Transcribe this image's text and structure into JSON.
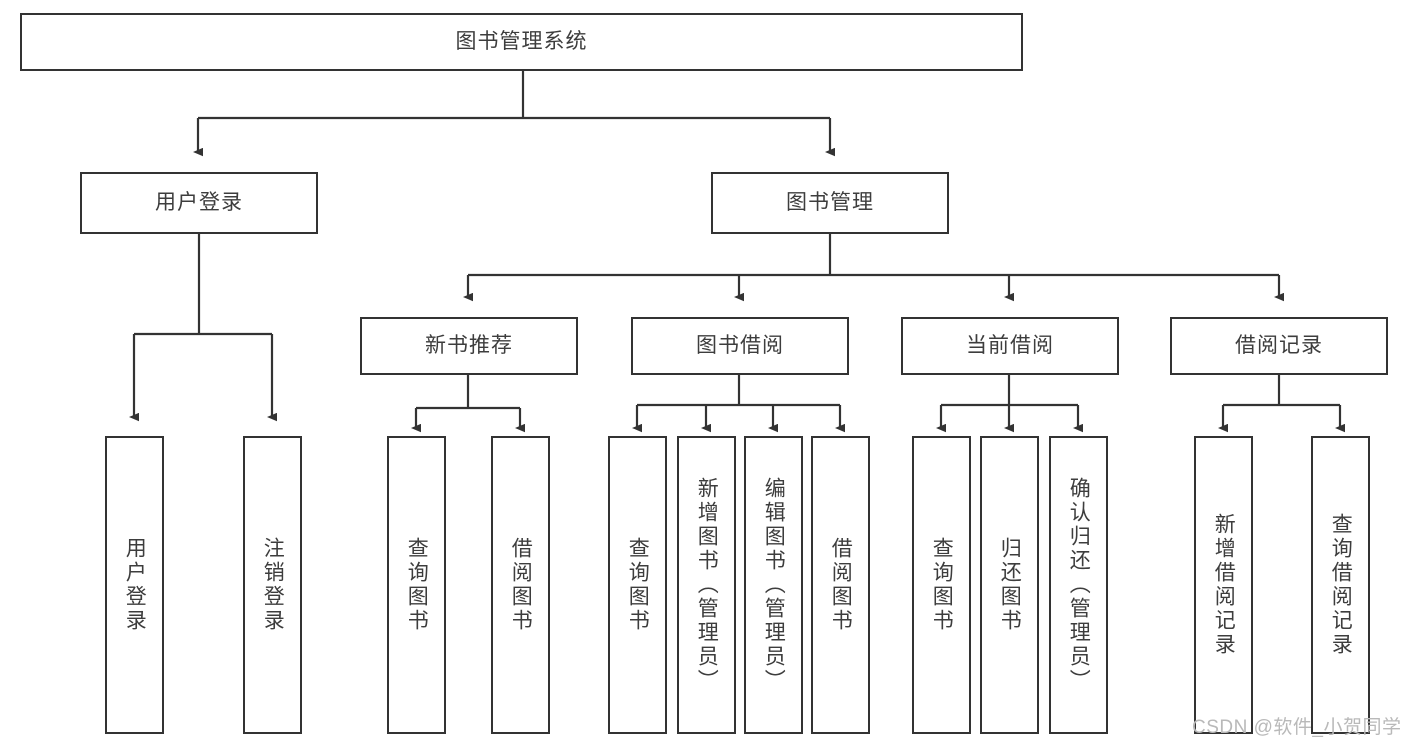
{
  "diagram": {
    "type": "tree-hierarchy",
    "title": "图书管理系统",
    "watermark": "CSDN @软件_小贺同学",
    "levels": {
      "root": {
        "label": "图书管理系统"
      },
      "level2": [
        {
          "id": "user-login",
          "label": "用户登录"
        },
        {
          "id": "book-manage",
          "label": "图书管理"
        }
      ],
      "level3": [
        {
          "id": "new-book-rec",
          "label": "新书推荐",
          "parent": "book-manage"
        },
        {
          "id": "book-borrow",
          "label": "图书借阅",
          "parent": "book-manage"
        },
        {
          "id": "current-borrow",
          "label": "当前借阅",
          "parent": "book-manage"
        },
        {
          "id": "borrow-record",
          "label": "借阅记录",
          "parent": "book-manage"
        }
      ],
      "leaves": [
        {
          "id": "leaf-user-login",
          "label": "用户登录",
          "parent": "user-login"
        },
        {
          "id": "leaf-logout",
          "label": "注销登录",
          "parent": "user-login"
        },
        {
          "id": "leaf-query-book-1",
          "label": "查询图书",
          "parent": "new-book-rec"
        },
        {
          "id": "leaf-borrow-book-1",
          "label": "借阅图书",
          "parent": "new-book-rec"
        },
        {
          "id": "leaf-query-book-2",
          "label": "查询图书",
          "parent": "book-borrow"
        },
        {
          "id": "leaf-add-book",
          "label": "新增图书（管理员）",
          "parent": "book-borrow"
        },
        {
          "id": "leaf-edit-book",
          "label": "编辑图书（管理员）",
          "parent": "book-borrow"
        },
        {
          "id": "leaf-borrow-book-2",
          "label": "借阅图书",
          "parent": "book-borrow"
        },
        {
          "id": "leaf-query-book-3",
          "label": "查询图书",
          "parent": "current-borrow"
        },
        {
          "id": "leaf-return-book",
          "label": "归还图书",
          "parent": "current-borrow"
        },
        {
          "id": "leaf-confirm-return",
          "label": "确认归还（管理员）",
          "parent": "current-borrow"
        },
        {
          "id": "leaf-add-record",
          "label": "新增借阅记录",
          "parent": "borrow-record"
        },
        {
          "id": "leaf-query-record",
          "label": "查询借阅记录",
          "parent": "borrow-record"
        }
      ]
    },
    "colors": {
      "box_border": "#333333",
      "box_fill": "#ffffff",
      "text": "#3d3d3d",
      "connector": "#333333",
      "watermark": "#b9b9b9",
      "background": "#ffffff"
    }
  }
}
